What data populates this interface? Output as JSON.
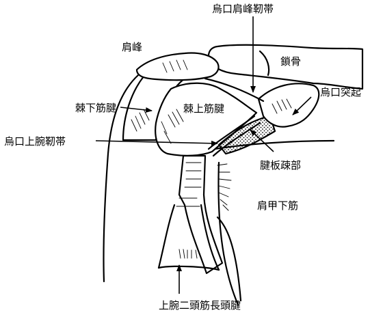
{
  "labels": {
    "coracoacromial_ligament": "烏口肩峰靭帯",
    "acromion": "肩峰",
    "clavicle": "鎖骨",
    "coracoid_process": "烏口突起",
    "infraspinatus_tendon": "棘下筋腱",
    "supraspinatus_tendon": "棘上筋腱",
    "coracohumeral_ligament": "烏口上腕靭帯",
    "rotator_interval": "腱板疎部",
    "subscapularis": "肩甲下筋",
    "long_head_biceps_tendon": "上腕二頭筋長頭腱"
  }
}
